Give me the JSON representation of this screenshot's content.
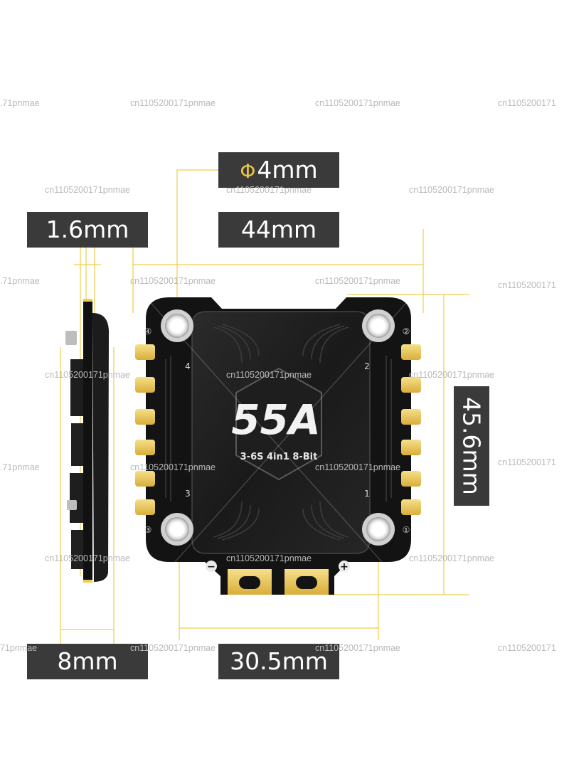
{
  "dimensions": {
    "hole_diameter": {
      "symbol": "Φ",
      "value": "4mm"
    },
    "pcb_thickness": "1.6mm",
    "board_width": "44mm",
    "board_height": "45.6mm",
    "stack_height": "8mm",
    "mount_spacing": "30.5mm"
  },
  "board": {
    "rating": "55A",
    "subtitle": "3-6S 4in1 8-Bit",
    "motor_numbers": [
      "1",
      "2",
      "3",
      "4"
    ],
    "corner_marks": [
      "①",
      "②",
      "③",
      "④"
    ],
    "power_pads": {
      "negative": "−",
      "positive": "+"
    }
  },
  "watermark": {
    "text": "cn1105200171pnmae",
    "partial_text": ".71pnmae",
    "partial_text_2": "71pnmae",
    "partial_text_3": "cn1105200171"
  },
  "colors": {
    "dimension_line": "#f0cc4a",
    "label_background": "#3a3a3a",
    "pcb": "#141414",
    "pad_gold": "#e7c55a"
  }
}
